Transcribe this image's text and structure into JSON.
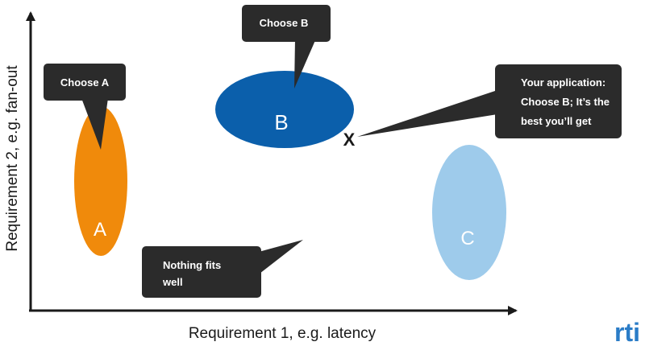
{
  "axes": {
    "x_label": "Requirement 1, e.g. latency",
    "y_label": "Requirement 2, e.g. fan-out"
  },
  "options": [
    {
      "letter": "A",
      "color": "#f08a0b"
    },
    {
      "letter": "B",
      "color": "#0b5fab"
    },
    {
      "letter": "C",
      "color": "#9ecbeb"
    }
  ],
  "marker": {
    "symbol": "X"
  },
  "callouts": {
    "choose_a": {
      "lines": [
        "Choose A"
      ]
    },
    "choose_b": {
      "lines": [
        "Choose B"
      ]
    },
    "your_app": {
      "lines": [
        "Your application:",
        "Choose B; It’s the",
        "best you’ll get"
      ]
    },
    "nothing_fits": {
      "lines": [
        "Nothing fits",
        "well"
      ]
    }
  },
  "colors": {
    "callout_bg": "#2b2b2b",
    "axis": "#1a1a1a",
    "logo": "#2a7cc7"
  },
  "logo": {
    "text": "rti"
  }
}
